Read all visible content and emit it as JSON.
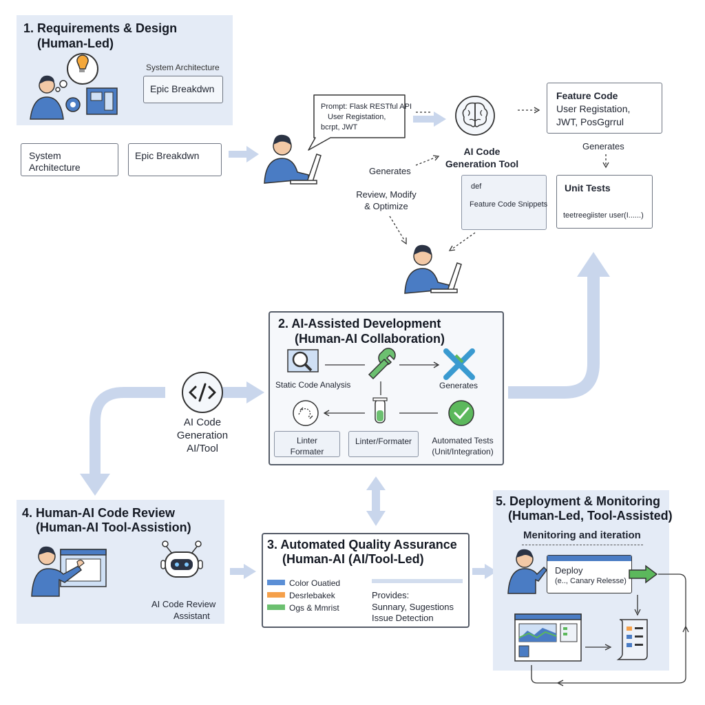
{
  "stage1": {
    "title": "1. Requirements & Design",
    "subtitle": "(Human-Led)",
    "system_architecture": "System Architecture",
    "epic_breakdown": "Epic Breakdwn"
  },
  "artifacts": {
    "system_architecture_l1": "System",
    "system_architecture_l2": "Architecture",
    "epic_breakdown": "Epic Breakdwn"
  },
  "prompt_bubble": {
    "line1": "Prompt: Flask RESTful API",
    "line2": "User Registation,",
    "line3": "bcrpt, JWT"
  },
  "ai_tool_top": {
    "label_l1": "AI Code",
    "label_l2": "Generation Tool",
    "generates_left": "Generates",
    "generates_right": "Generates"
  },
  "feature_code": {
    "title": "Feature Code",
    "line1": "User Registation,",
    "line2": "JWT, PosGgrrul"
  },
  "snippets": {
    "def": "def",
    "label": "Feature Code Snippets"
  },
  "unit_tests": {
    "title": "Unit Tests",
    "code": "teetreegiister user(I......)"
  },
  "review": {
    "line1": "Review, Modify",
    "line2": "& Optimize"
  },
  "stage2": {
    "title": "2. AI-Assisted Development",
    "subtitle": "(Human-AI Collaboration)",
    "static_analysis": "Static Code Analysis",
    "generates": "Generates",
    "linter_l1": "Linter",
    "linter_l2": "Formater",
    "linter_formater": "Linter/Formater",
    "auto_tests_l1": "Automated Tests",
    "auto_tests_l2": "(Unit/Integration)"
  },
  "ai_tool_left": {
    "line1": "AI Code",
    "line2": "Generation",
    "line3": "AI/Tool"
  },
  "stage3": {
    "title": "3. Automated Quality Assurance",
    "subtitle": "(Human-AI (AI/Tool-Led)",
    "legend": [
      "Color Ouatied",
      "Desrlebakek",
      "Ogs & Mmrist"
    ],
    "provides": "Provides:",
    "summary": "Sunnary, Sugestions",
    "issue": "Issue Detection"
  },
  "stage4": {
    "title": "4. Human-AI Code Review",
    "subtitle": "(Human-AI Tool-Assistion)",
    "assistant_l1": "AI Code Review",
    "assistant_l2": "Assistant"
  },
  "stage5": {
    "title": "5. Deployment & Monitoring",
    "subtitle": "(Human-Led, Tool-Assisted)",
    "monitoring": "Menitoring and iteration",
    "deploy": "Deploy",
    "deploy_sub": "(e.., Canary Relesse)"
  },
  "colors": {
    "panel": "#e4ebf6",
    "arrow": "#c9d6ec",
    "person": "#4a7cc4",
    "skin": "#f3c9a6",
    "hair": "#2b3344",
    "green": "#5cb85c",
    "orange": "#f0a040",
    "legend_blue": "#5b8fd6",
    "legend_orange": "#f5a04a",
    "legend_green": "#6cc070"
  }
}
